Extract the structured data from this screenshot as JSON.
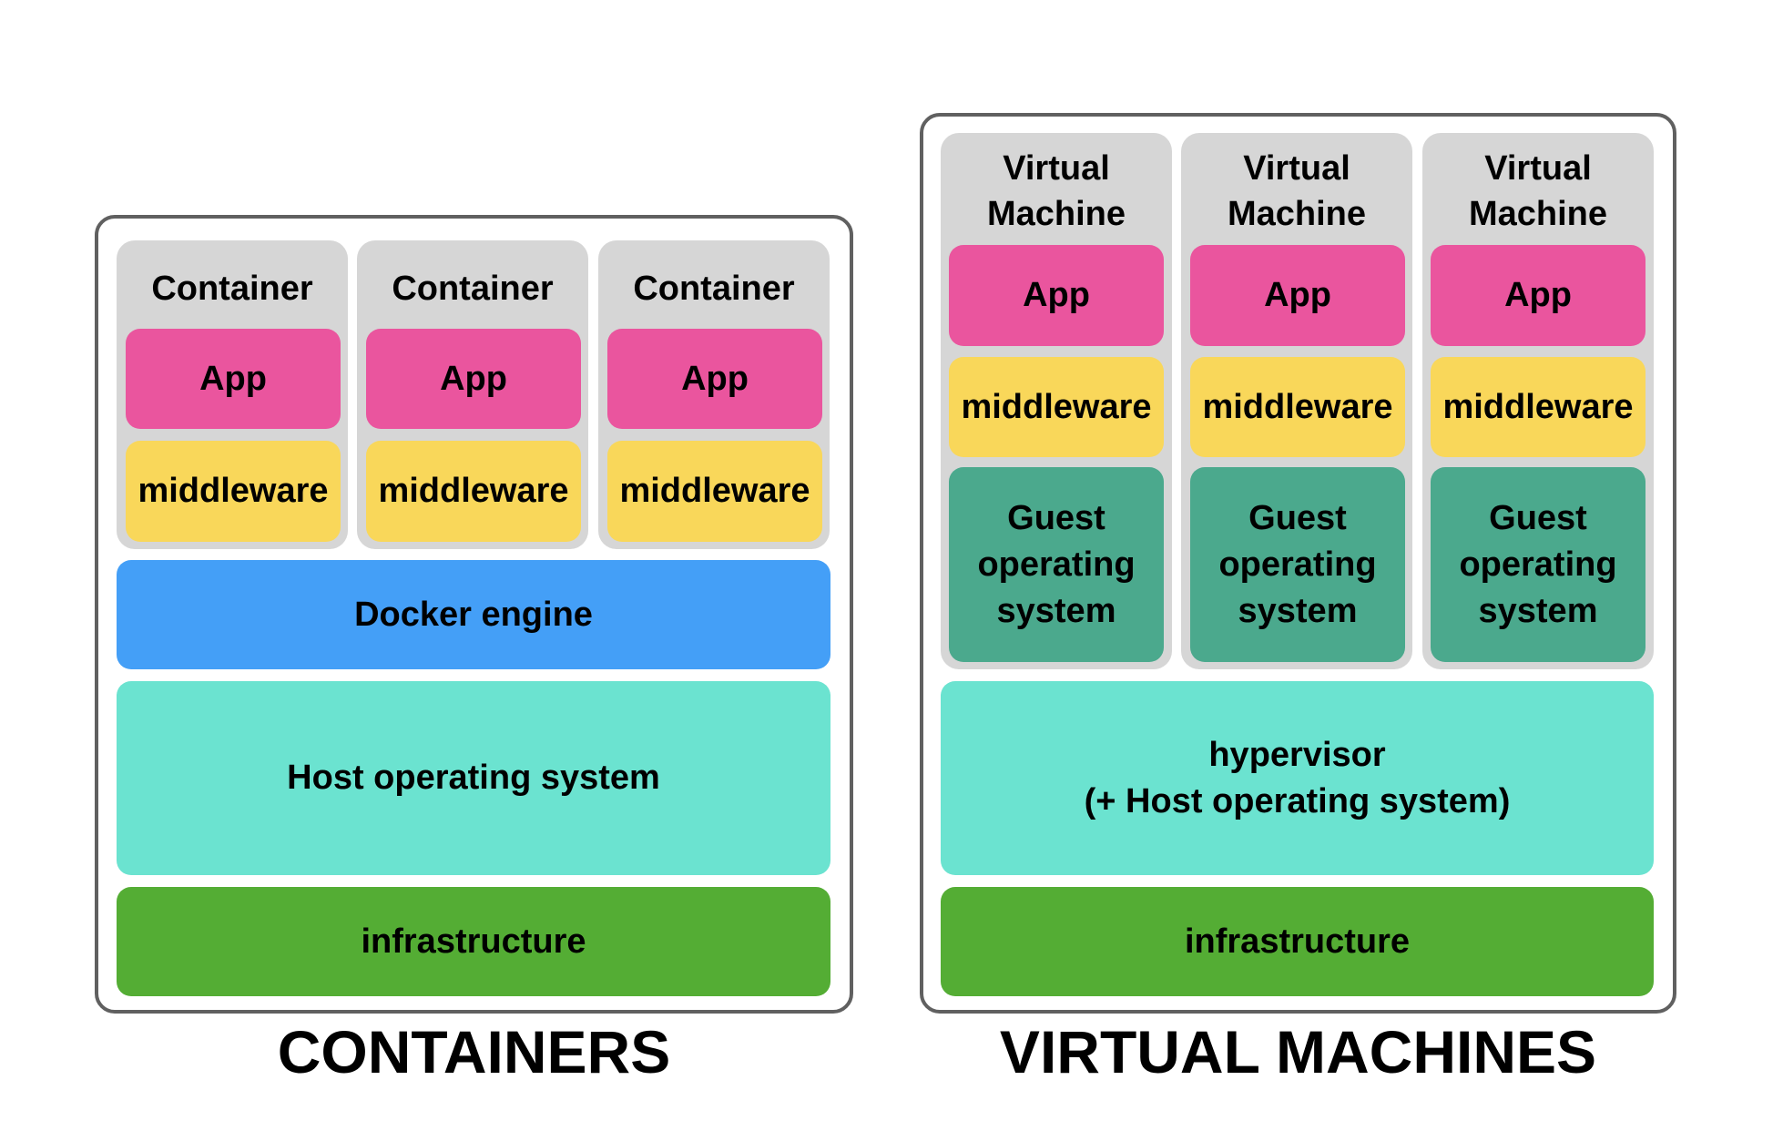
{
  "containers": {
    "title": "CONTAINERS",
    "columns": [
      {
        "label": "Container",
        "app": "App",
        "middleware": "middleware"
      },
      {
        "label": "Container",
        "app": "App",
        "middleware": "middleware"
      },
      {
        "label": "Container",
        "app": "App",
        "middleware": "middleware"
      }
    ],
    "engine": "Docker engine",
    "host_os": "Host operating system",
    "infrastructure": "infrastructure"
  },
  "virtual_machines": {
    "title": "VIRTUAL MACHINES",
    "columns": [
      {
        "label": "Virtual\nMachine",
        "app": "App",
        "middleware": "middleware",
        "guest_os": "Guest\noperating\nsystem"
      },
      {
        "label": "Virtual\nMachine",
        "app": "App",
        "middleware": "middleware",
        "guest_os": "Guest\noperating\nsystem"
      },
      {
        "label": "Virtual\nMachine",
        "app": "App",
        "middleware": "middleware",
        "guest_os": "Guest\noperating\nsystem"
      }
    ],
    "hypervisor": "hypervisor\n(+ Host operating system)",
    "infrastructure": "infrastructure"
  },
  "colors": {
    "app": "#ea559e",
    "middleware": "#f9d75a",
    "guest_os": "#4ba98d",
    "docker_engine": "#449ff7",
    "host_os": "#6be3d0",
    "infrastructure": "#54ad34",
    "column_bg": "#d6d6d6",
    "frame_border": "#606060"
  }
}
